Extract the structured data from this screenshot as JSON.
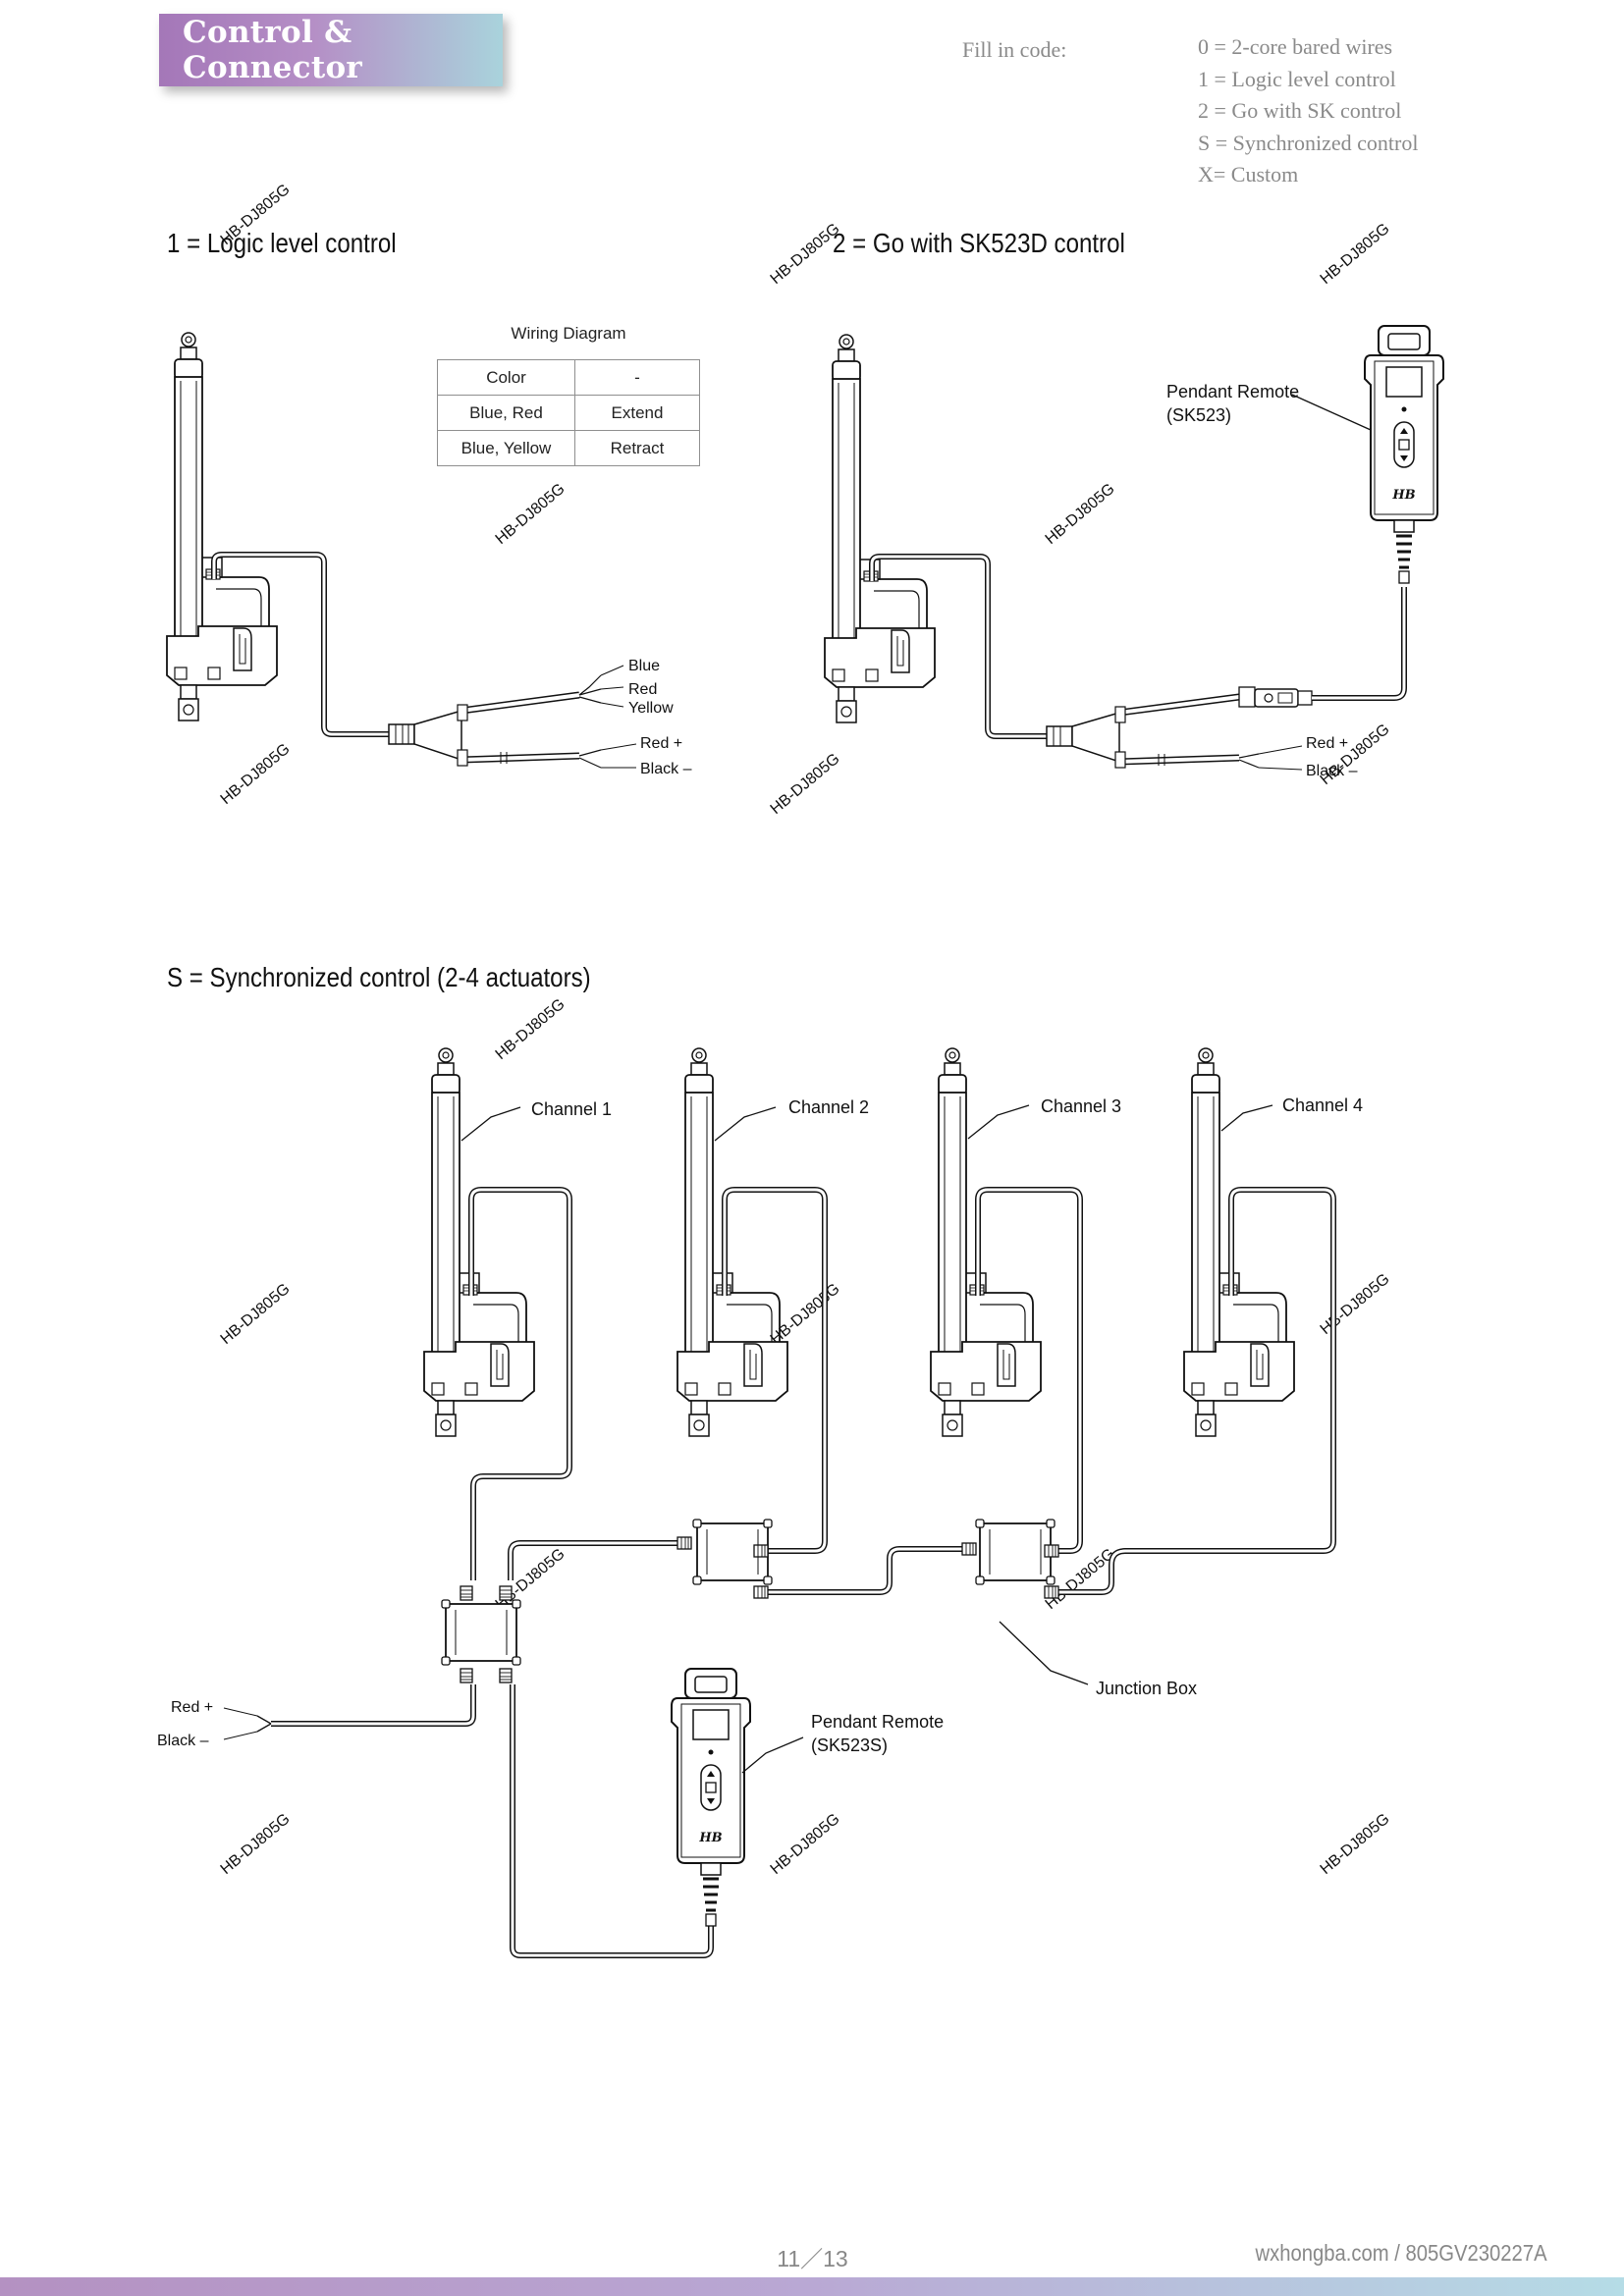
{
  "header": {
    "title": "Control & Connector"
  },
  "legend": {
    "label": "Fill in code:",
    "items": [
      "0 =  2-core bared wires",
      "1 =  Logic level control",
      "2 =  Go with SK control",
      "S =  Synchronized control",
      "X= Custom"
    ]
  },
  "sections": {
    "logic": {
      "title": "1 =  Logic level control"
    },
    "sk523d": {
      "title": "2 =  Go with SK523D control"
    },
    "sync": {
      "title": "S =  Synchronized control (2-4 actuators)"
    }
  },
  "wiring": {
    "caption": "Wiring Diagram",
    "rows": [
      [
        "Color",
        "-"
      ],
      [
        "Blue, Red",
        "Extend"
      ],
      [
        "Blue, Yellow",
        "Retract"
      ]
    ]
  },
  "diagram1": {
    "wires": [
      "Blue",
      "Red",
      "Yellow"
    ],
    "power_pos": "Red +",
    "power_neg": "Black  –"
  },
  "diagram2": {
    "remote_line1": "Pendant Remote",
    "remote_line2": "(SK523)",
    "remote_logo": "HB",
    "power_pos": "Red +",
    "power_neg": "Black  –"
  },
  "diagram3": {
    "channels": [
      "Channel 1",
      "Channel 2",
      "Channel 3",
      "Channel 4"
    ],
    "junction": "Junction Box",
    "remote_line1": "Pendant Remote",
    "remote_line2": "(SK523S)",
    "remote_logo": "HB",
    "power_pos": "Red +",
    "power_neg": "Black  –"
  },
  "watermark": "HB-DJ805G",
  "footer": {
    "page": "11／13",
    "site": "wxhongba.com / 805GV230227A"
  }
}
